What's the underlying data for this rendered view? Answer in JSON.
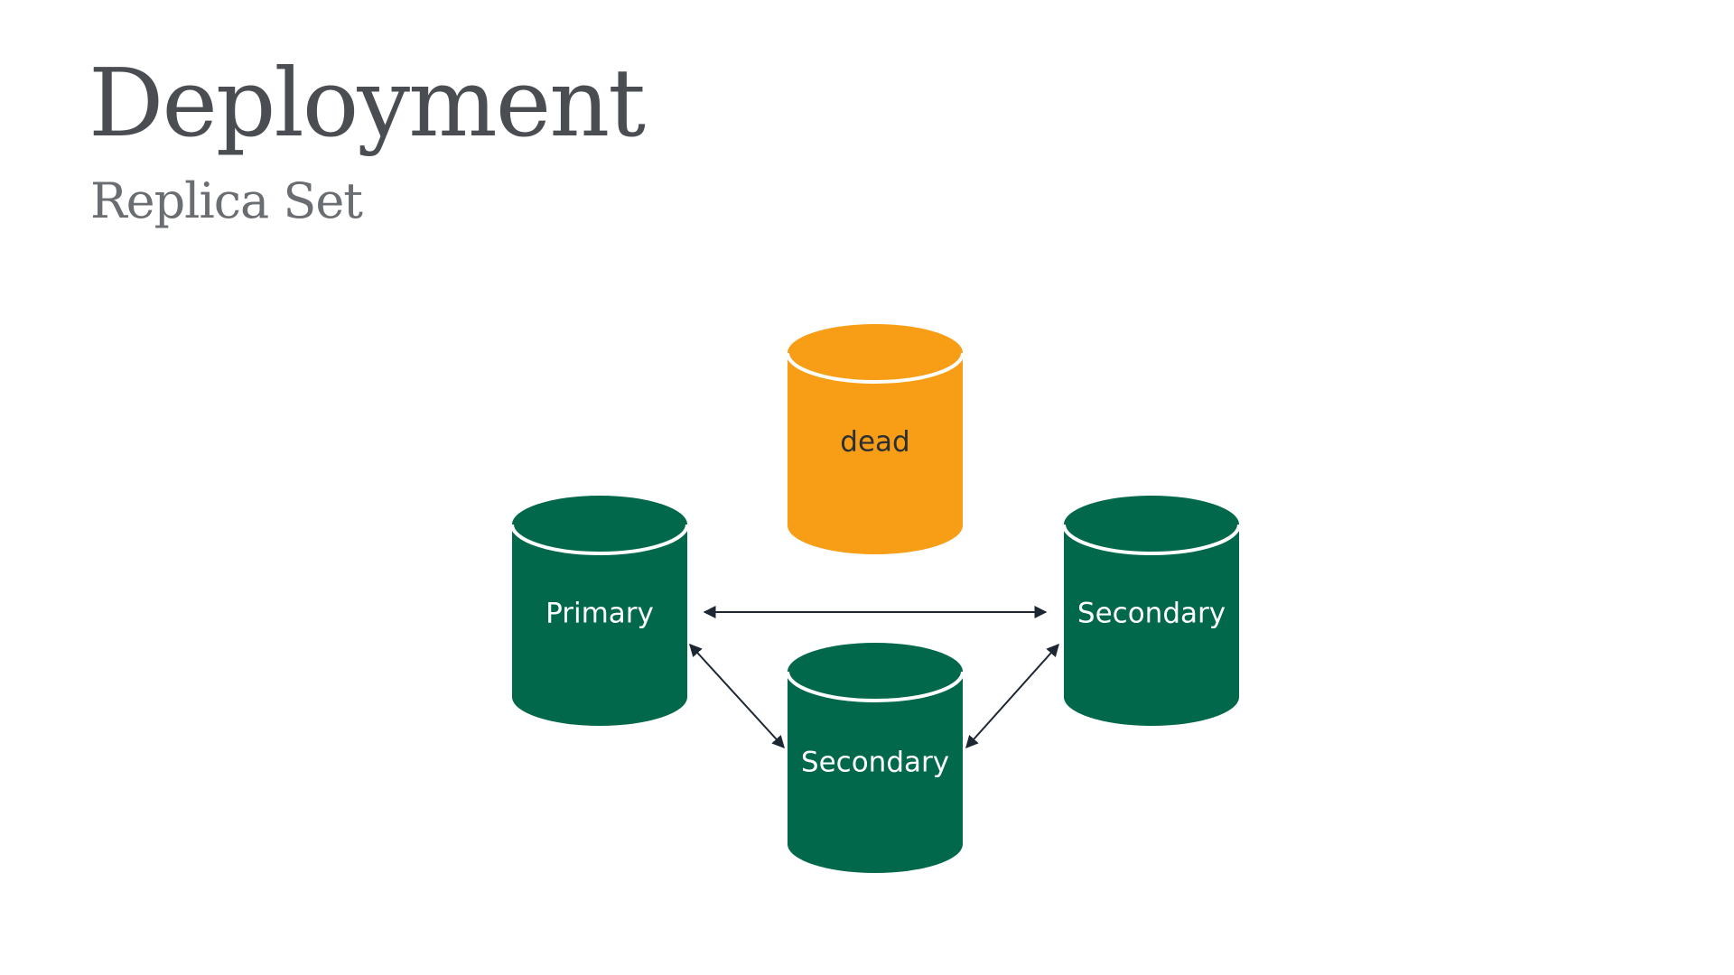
{
  "slide": {
    "title": "Deployment",
    "subtitle": "Replica Set"
  },
  "nodes": [
    {
      "id": "dead",
      "label": "dead",
      "status": "dead",
      "color": "#f79e16"
    },
    {
      "id": "primary",
      "label": "Primary",
      "status": "primary",
      "color": "#02684b"
    },
    {
      "id": "secondary-right",
      "label": "Secondary",
      "status": "secondary",
      "color": "#02684b"
    },
    {
      "id": "secondary-bottom",
      "label": "Secondary",
      "status": "secondary",
      "color": "#02684b"
    }
  ],
  "connections": [
    {
      "from": "primary",
      "to": "secondary-right",
      "bidirectional": true
    },
    {
      "from": "primary",
      "to": "secondary-bottom",
      "bidirectional": true
    },
    {
      "from": "secondary-bottom",
      "to": "secondary-right",
      "bidirectional": true
    }
  ],
  "colors": {
    "title": "#4a4d52",
    "subtitle": "#6a6d71",
    "connector": "#1d2733"
  }
}
